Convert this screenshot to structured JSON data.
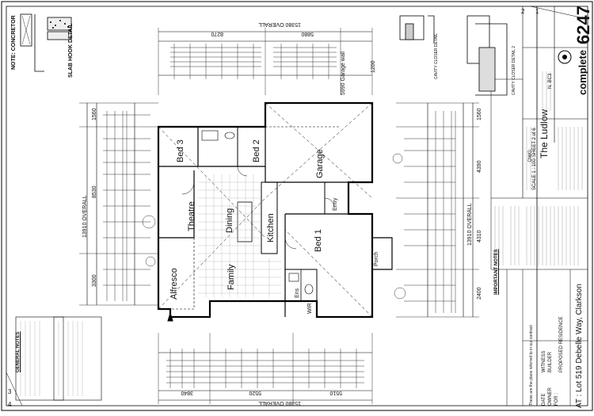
{
  "sheet": {
    "job_number": "6247",
    "brand": "complete",
    "plan_name": "The Ludlow",
    "north": "N. BC3",
    "sheet_label": "SHEET 2 of 6",
    "scale": "SCALE 1 : 100",
    "dwg_label": "DWG:",
    "corner_numbers": [
      "1",
      "2",
      "3",
      "4"
    ],
    "address": "AT : Lot 519 Debelle Way, Clarkson",
    "proposed": "PROPOSED RESIDENCE",
    "for_label": "FOR :",
    "owner_label": "OWNER",
    "builder_label": "BUILDER",
    "date_label": "DATE",
    "witness_label": "WITNESS",
    "plans_note": "These are the plans referred to in our contract"
  },
  "notes": {
    "slab_hook_title": "SLAB HOOK DETAIL",
    "concretor_title": "NOTE: CONCRETOR",
    "general_notes_title": "GENERAL NOTES",
    "important_notes_title": "IMPORTANT NOTES",
    "cavity_closer_1": "CAVITY CLOSER DETAIL",
    "cavity_closer_2": "CAVITY CLOSER DETAIL 2"
  },
  "rooms": {
    "bed3": "Bed 3",
    "bed2": "Bed 2",
    "garage": "Garage",
    "theatre": "Theatre",
    "dining": "Dining",
    "family": "Family",
    "alfresco": "Alfresco",
    "kitchen": "Kitchen",
    "bed1": "Bed 1",
    "entry": "Entry",
    "porch": "Porch",
    "ens": "Ens",
    "wir": "WIR",
    "garage_wall": "5990 Garage wall"
  },
  "dimensions": {
    "top_overall": "15380 OVERALL",
    "top_a": "8270",
    "top_b": "5880",
    "top_c": "1200",
    "bottom_overall": "15380 OVERALL",
    "bottom_a": "3840",
    "bottom_b": "5520",
    "bottom_c": "5510",
    "left_overall": "13910 OVERALL",
    "left_a": "1560",
    "left_b": "8530",
    "left_c": "3300",
    "right_overall": "13910 OVERALL",
    "right_a": "1560",
    "right_b": "4390",
    "right_c": "4310",
    "right_d": "2400"
  }
}
